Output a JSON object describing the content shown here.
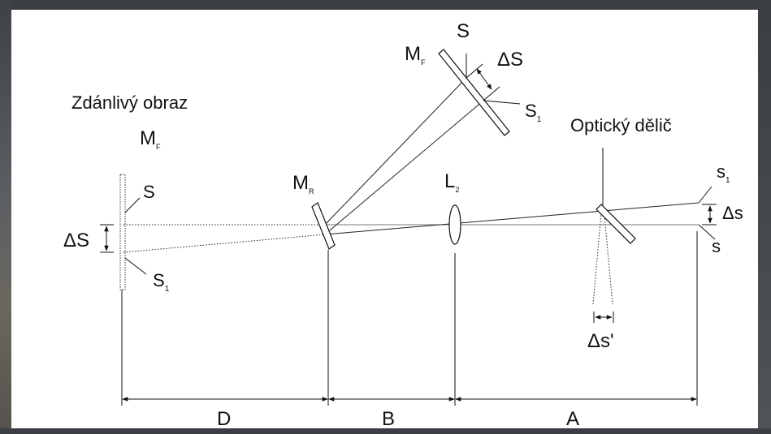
{
  "labels": {
    "virtual_image": "Zdánlivý obraz",
    "beam_splitter": "Optický dělič",
    "mf_left_main": "M",
    "mf_left_sub": "F",
    "mf_top_main": "M",
    "mf_top_sub": "F",
    "mr_main": "M",
    "mr_sub": "R",
    "l2_main": "L",
    "l2_sub": "2",
    "s_left": "S",
    "s1_left_main": "S",
    "s1_left_sub": "1",
    "delta_s_left": "ΔS",
    "s_top": "S",
    "s1_top_main": "S",
    "s1_top_sub": "1",
    "delta_s_top": "ΔS",
    "s1_right_main": "s",
    "s1_right_sub": "1",
    "s_right": "s",
    "delta_s_right": "Δs",
    "delta_s_prime": "Δs'",
    "dist_d": "D",
    "dist_b": "B",
    "dist_a": "A"
  }
}
